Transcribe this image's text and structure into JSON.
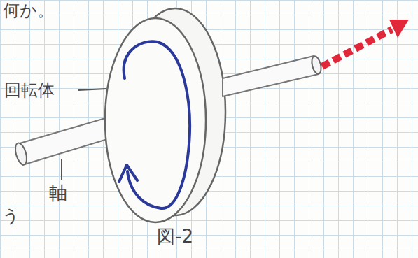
{
  "diagram": {
    "caption": "図-2",
    "labels": [
      "何か。",
      "回転体",
      "軸",
      "う"
    ]
  }
}
